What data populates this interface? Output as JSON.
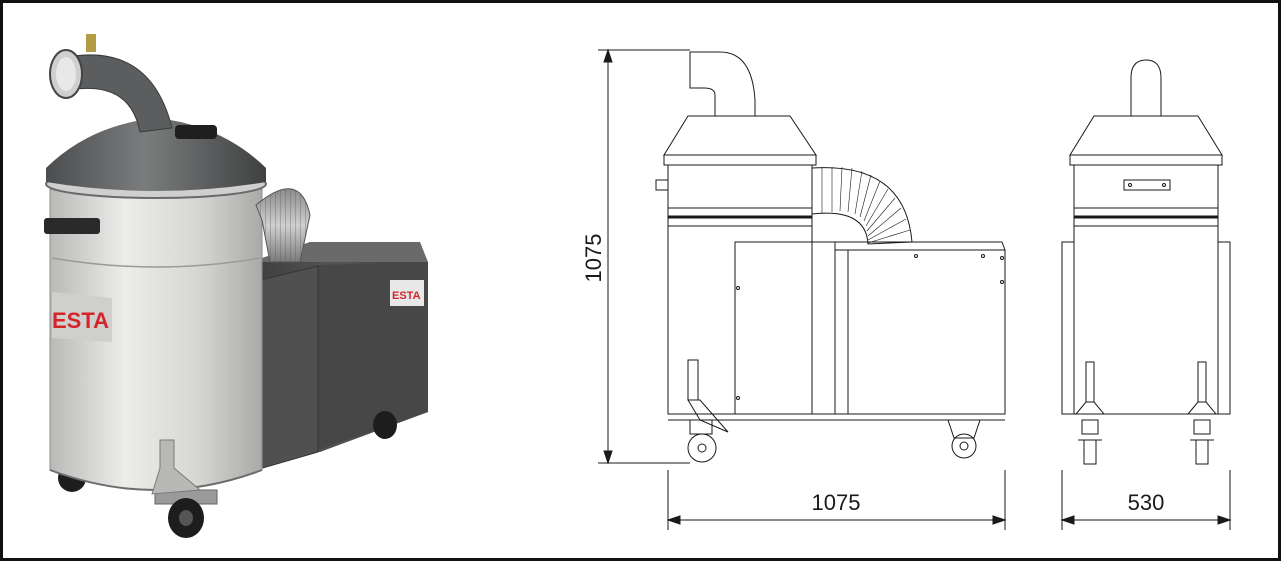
{
  "brand": {
    "logo_text": "ESTA",
    "logo_color": "#d4262a"
  },
  "dimensions": {
    "height_label": "1075",
    "length_label": "1075",
    "width_label": "530"
  },
  "colors": {
    "body_grey": "#d9d9d7",
    "housing_dark": "#4a4a4a",
    "lid_dark": "#5a5c5d",
    "line": "#1a1a1a"
  }
}
